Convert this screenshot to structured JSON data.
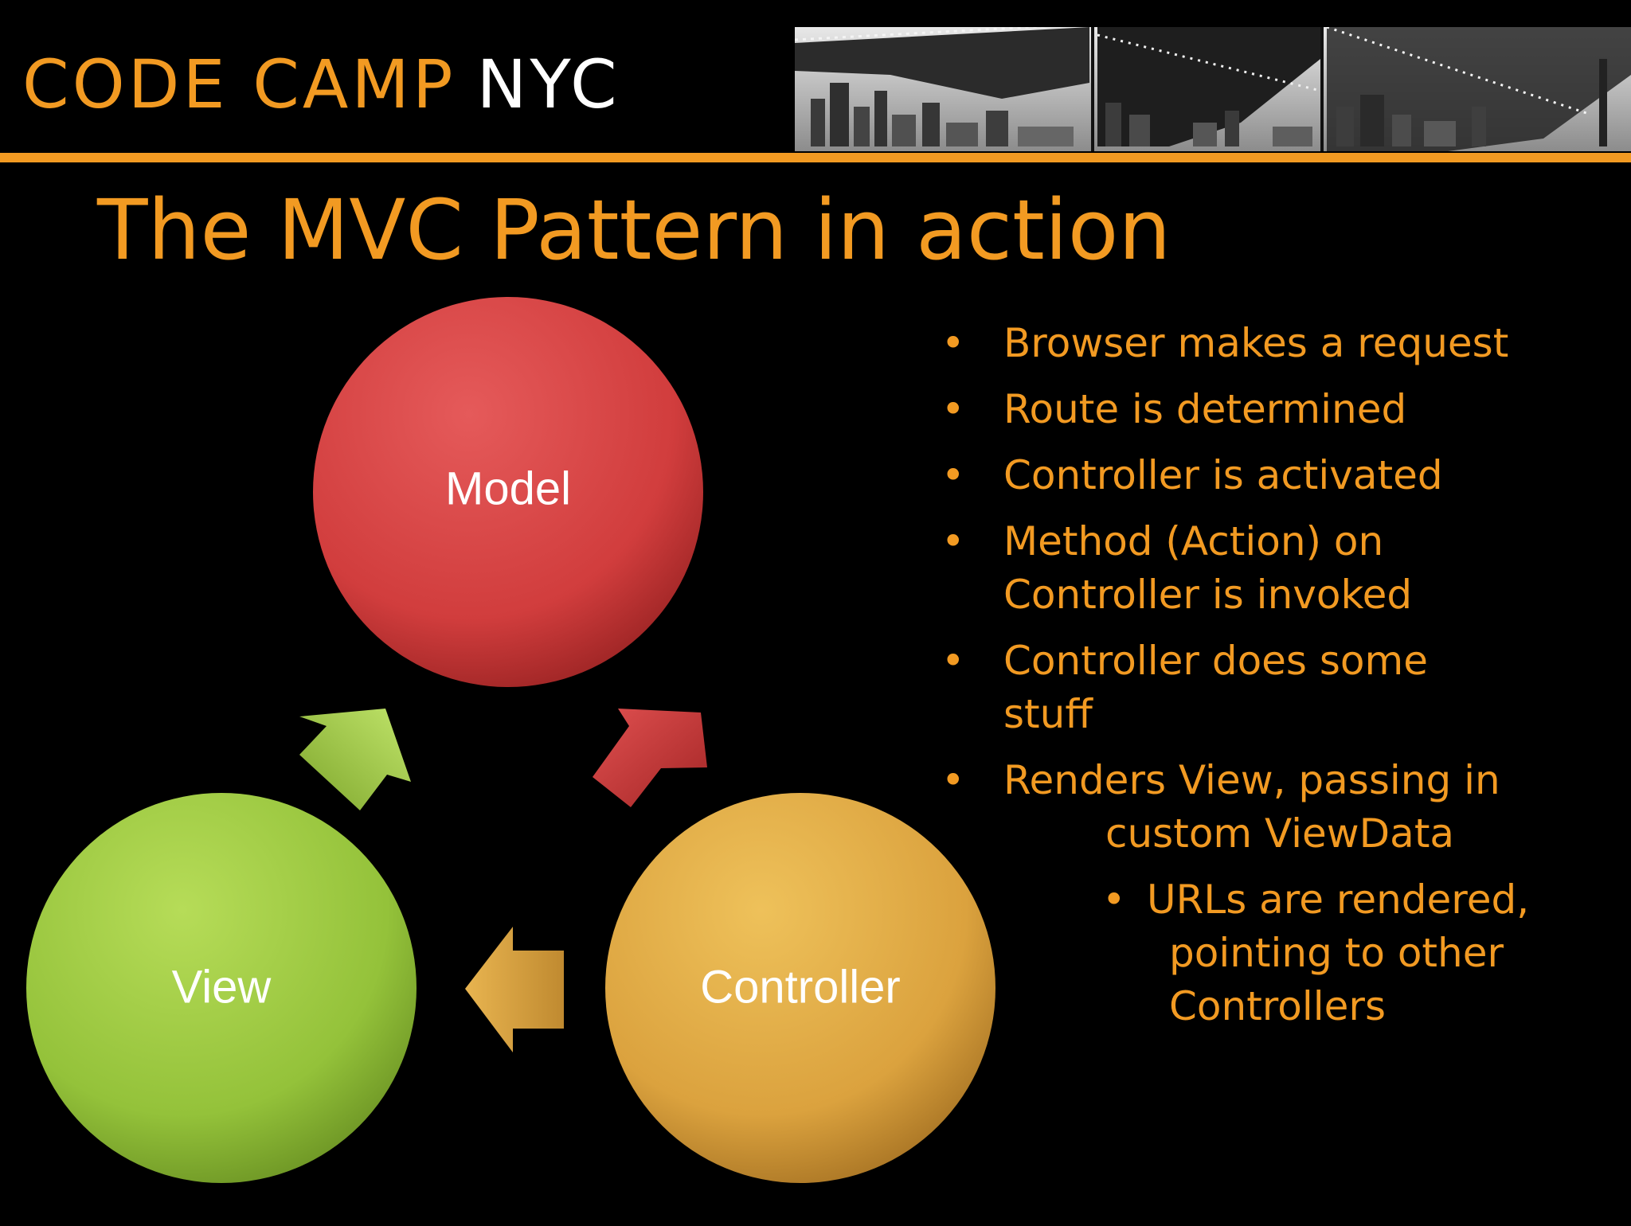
{
  "header": {
    "logo_part1": "CODE CAMP",
    "logo_part2": "NYC"
  },
  "slide": {
    "title": "The MVC Pattern in action"
  },
  "diagram": {
    "model_label": "Model",
    "view_label": "View",
    "controller_label": "Controller"
  },
  "bullets": {
    "b1": "Browser makes a request",
    "b2": "Route is determined",
    "b3": "Controller is activated",
    "b4_line1": "Method (Action) on",
    "b4_line2": "Controller is invoked",
    "b5_line1": "Controller does some",
    "b5_line2": "stuff",
    "b6_line1": "Renders View, passing in",
    "b6_line2": "custom ViewData",
    "sub_line1": "URLs are rendered,",
    "sub_line2": "pointing to other",
    "sub_line3": "Controllers"
  },
  "colors": {
    "accent": "#f29a22",
    "model": "#d94040",
    "view": "#9bc83c",
    "controller": "#e0a640"
  }
}
